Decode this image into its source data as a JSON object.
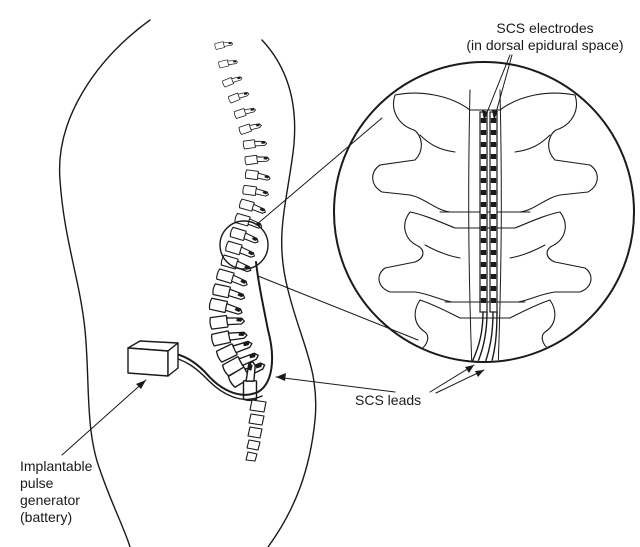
{
  "labels": {
    "electrodes_line1": "SCS electrodes",
    "electrodes_line2": "(in dorsal epidural space)",
    "leads": "SCS leads",
    "ipg_line1": "Implantable",
    "ipg_line2": "pulse",
    "ipg_line3": "generator",
    "ipg_line4": "(battery)"
  },
  "colors": {
    "ink": "#1a1a1a",
    "background": "#ffffff"
  }
}
